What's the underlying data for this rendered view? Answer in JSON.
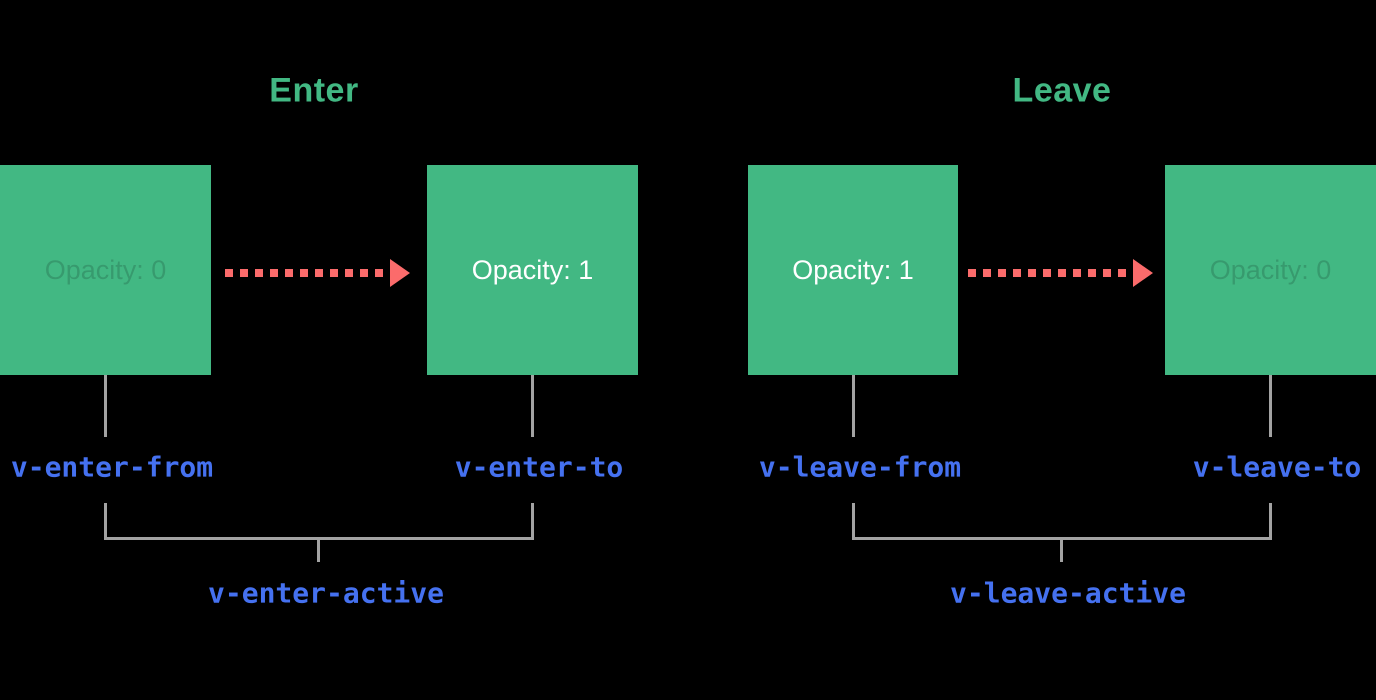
{
  "diagram": {
    "description": "Vue transition enter/leave class lifecycle diagram",
    "background": "#000000",
    "colors": {
      "box_green": "#42b883",
      "title_green": "#42b883",
      "arrow_red": "#fb6b6b",
      "label_blue": "#4571f0",
      "connector_gray": "#a3a3a3",
      "box_text_solid": "#ffffff",
      "box_text_faded": "rgba(0,0,0,0.16)"
    },
    "sections": [
      {
        "id": "enter",
        "title": "Enter",
        "from_box": {
          "text": "Opacity: 0",
          "state": "faded"
        },
        "to_box": {
          "text": "Opacity: 1",
          "state": "solid"
        },
        "from_label": "v-enter-from",
        "to_label": "v-enter-to",
        "active_label": "v-enter-active"
      },
      {
        "id": "leave",
        "title": "Leave",
        "from_box": {
          "text": "Opacity: 1",
          "state": "solid"
        },
        "to_box": {
          "text": "Opacity: 0",
          "state": "faded"
        },
        "from_label": "v-leave-from",
        "to_label": "v-leave-to",
        "active_label": "v-leave-active"
      }
    ]
  }
}
